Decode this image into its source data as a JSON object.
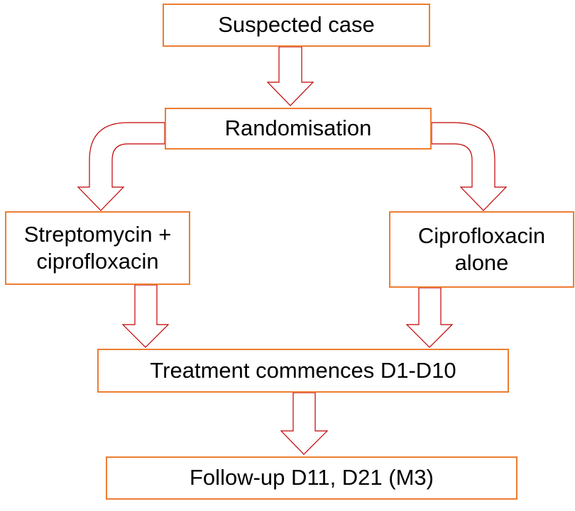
{
  "diagram": {
    "nodes": {
      "suspected_case": "Suspected case",
      "randomisation": "Randomisation",
      "arm_combination": [
        "Streptomycin +",
        "ciprofloxacin"
      ],
      "arm_single": [
        "Ciprofloxacin",
        "alone"
      ],
      "treatment": "Treatment commences D1-D10",
      "followup": "Follow-up D11, D21 (M3)"
    },
    "colors": {
      "box_border": "#ED7D31",
      "arrow_outline": "#C00000",
      "text": "#000000"
    }
  }
}
